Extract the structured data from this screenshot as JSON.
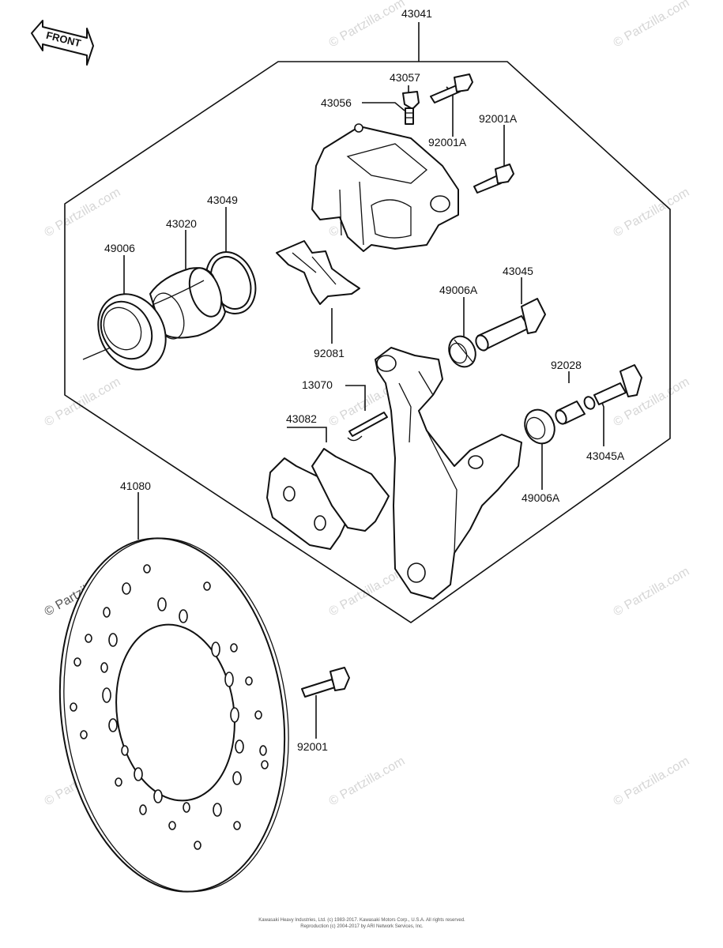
{
  "front_tag": "FRONT",
  "watermark": "© Partzilla.com",
  "footer": {
    "line1": "Kawasaki Heavy Industries, Ltd. (c) 1983-2017. Kawasaki Motors Corp., U.S.A. All rights reserved.",
    "line2": "Reproduction (c) 2004-2017 by ARI Network Services, Inc."
  },
  "parts": {
    "p43041": "43041",
    "p43057": "43057",
    "p43056": "43056",
    "p92001a_1": "92001A",
    "p92001a_2": "92001A",
    "p43049": "43049",
    "p43020": "43020",
    "p49006": "49006",
    "p92081": "92081",
    "p43045": "43045",
    "p49006a_1": "49006A",
    "p92028": "92028",
    "p13070": "13070",
    "p43082": "43082",
    "p43045a": "43045A",
    "p49006a_2": "49006A",
    "p41080": "41080",
    "p92001": "92001"
  }
}
